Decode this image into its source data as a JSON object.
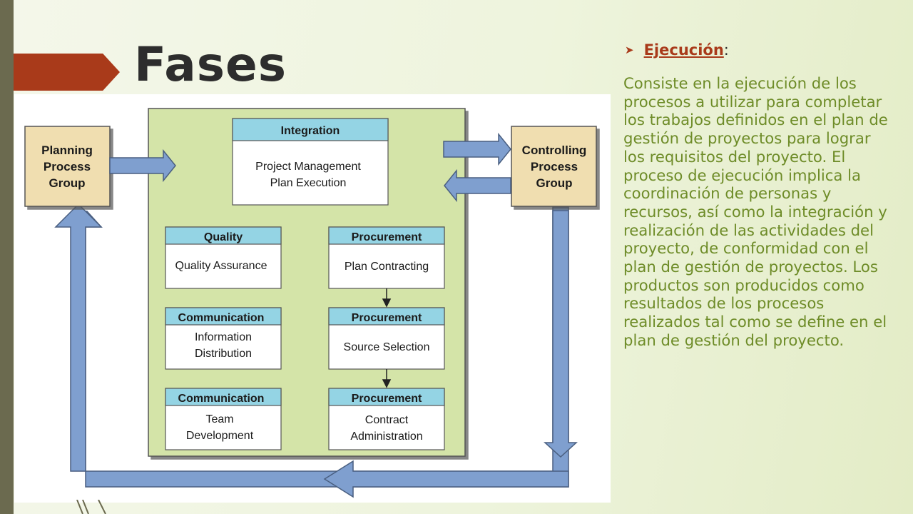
{
  "slide": {
    "title": "Fases",
    "bullet_label": "Ejecución",
    "bullet_suffix": ":",
    "body": "Consiste en la ejecución de los procesos a utilizar para completar los trabajos definidos en el plan de gestión de proyectos para lograr los requisitos del proyecto. El proceso de ejecución implica la coordinación de personas y recursos, así como la integración y realización de las actividades del proyecto, de conformidad con el plan de gestión de proyectos. Los productos son producidos como resultados de los procesos realizados tal como se define en el plan de gestión del proyecto."
  },
  "diagram": {
    "planning": {
      "lines": [
        "Planning",
        "Process",
        "Group"
      ]
    },
    "controlling": {
      "lines": [
        "Controlling",
        "Process",
        "Group"
      ]
    },
    "boxes": {
      "integration": {
        "header": "Integration",
        "lines": [
          "Project Management",
          "Plan Execution"
        ]
      },
      "quality": {
        "header": "Quality",
        "lines": [
          "Quality Assurance"
        ]
      },
      "communication1": {
        "header": "Communication",
        "lines": [
          "Information",
          "Distribution"
        ]
      },
      "communication2": {
        "header": "Communication",
        "lines": [
          "Team",
          "Development"
        ]
      },
      "procurement1": {
        "header": "Procurement",
        "lines": [
          "Plan Contracting"
        ]
      },
      "procurement2": {
        "header": "Procurement",
        "lines": [
          "Source Selection"
        ]
      },
      "procurement3": {
        "header": "Procurement",
        "lines": [
          "Contract",
          "Administration"
        ]
      }
    }
  },
  "colors": {
    "accent": "#a93a1a",
    "body_text": "#6e8c28",
    "green_panel": "#d4e4a8",
    "header_blue": "#94d4e4",
    "process_group": "#f0deb0",
    "arrow_blue": "#7f9fcf"
  }
}
